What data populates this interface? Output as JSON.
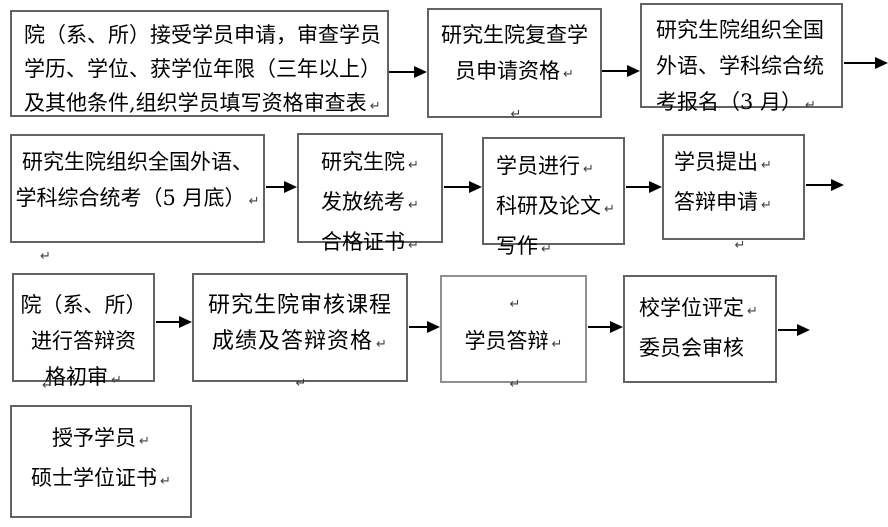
{
  "glyphs": {
    "pilcrow": "↵"
  },
  "colors": {
    "background": "#ffffff",
    "text": "#000000",
    "box_border": "#636363",
    "box_border_light": "#8f8f8f",
    "arrow": "#000000",
    "pilcrow": "#3f3f3f"
  },
  "flow": {
    "a": {
      "l1": "院（系、所）接受学员申请，审查学员",
      "l2": "学历、学位、获学位年限（三年以上）",
      "l3": "及其他条件,组织学员填写资格审查表"
    },
    "b": {
      "l1": "研究生院复查学",
      "l2": "员申请资格"
    },
    "c": {
      "l1": "研究生院组织全国",
      "l2": "外语、学科综合统",
      "l3": "考报名（3 月）"
    },
    "d": {
      "l1": "研究生院组织全国外语、",
      "l2": "学科综合统考（5 月底）"
    },
    "e": {
      "l1": "研究生院",
      "l2": "发放统考",
      "l3": "合格证书"
    },
    "f": {
      "l1": "学员进行",
      "l2": "科研及论文",
      "l3": "写作"
    },
    "g": {
      "l1": "学员提出",
      "l2": "答辩申请"
    },
    "h": {
      "l1": "院（系、所）",
      "l2": "进行答辩资",
      "l3": "格初审"
    },
    "i": {
      "l1": "研究生院审核课程",
      "l2": "成绩及答辩资格"
    },
    "j": {
      "l2": "学员答辩"
    },
    "k": {
      "l1": "校学位评定",
      "l2": "委员会审核"
    },
    "l": {
      "l1": "授予学员",
      "l2": "硕士学位证书"
    }
  }
}
